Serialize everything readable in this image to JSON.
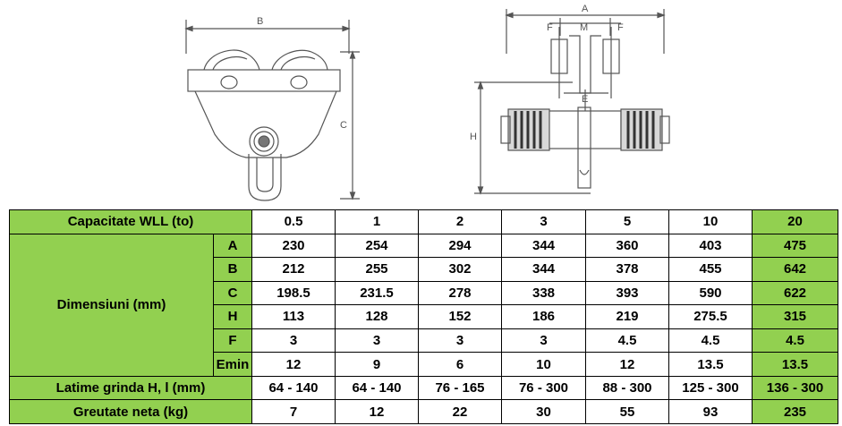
{
  "drawing": {
    "left_dimension_labels": [
      "B",
      "C"
    ],
    "right_dimension_labels": [
      "A",
      "F",
      "M",
      "F",
      "E",
      "H"
    ]
  },
  "table": {
    "capacity_label": "Capacitate WLL (to)",
    "capacities": [
      "0.5",
      "1",
      "2",
      "3",
      "5",
      "10",
      "20"
    ],
    "dimensions_label": "Dimensiuni (mm)",
    "dimension_rows": [
      {
        "key": "A",
        "values": [
          "230",
          "254",
          "294",
          "344",
          "360",
          "403",
          "475"
        ]
      },
      {
        "key": "B",
        "values": [
          "212",
          "255",
          "302",
          "344",
          "378",
          "455",
          "642"
        ]
      },
      {
        "key": "C",
        "values": [
          "198.5",
          "231.5",
          "278",
          "338",
          "393",
          "590",
          "622"
        ]
      },
      {
        "key": "H",
        "values": [
          "113",
          "128",
          "152",
          "186",
          "219",
          "275.5",
          "315"
        ]
      },
      {
        "key": "F",
        "values": [
          "3",
          "3",
          "3",
          "3",
          "4.5",
          "4.5",
          "4.5"
        ]
      },
      {
        "key": "Emin",
        "values": [
          "12",
          "9",
          "6",
          "10",
          "12",
          "13.5",
          "13.5"
        ]
      }
    ],
    "beam_width_label": "Latime grinda H, l (mm)",
    "beam_widths": [
      "64 - 140",
      "64 - 140",
      "76 - 165",
      "76 - 300",
      "88 - 300",
      "125 - 300",
      "136 - 300"
    ],
    "weight_label": "Greutate neta (kg)",
    "weights": [
      "7",
      "12",
      "22",
      "30",
      "55",
      "93",
      "235"
    ]
  },
  "colors": {
    "green": "#92d050",
    "line": "#555555"
  }
}
